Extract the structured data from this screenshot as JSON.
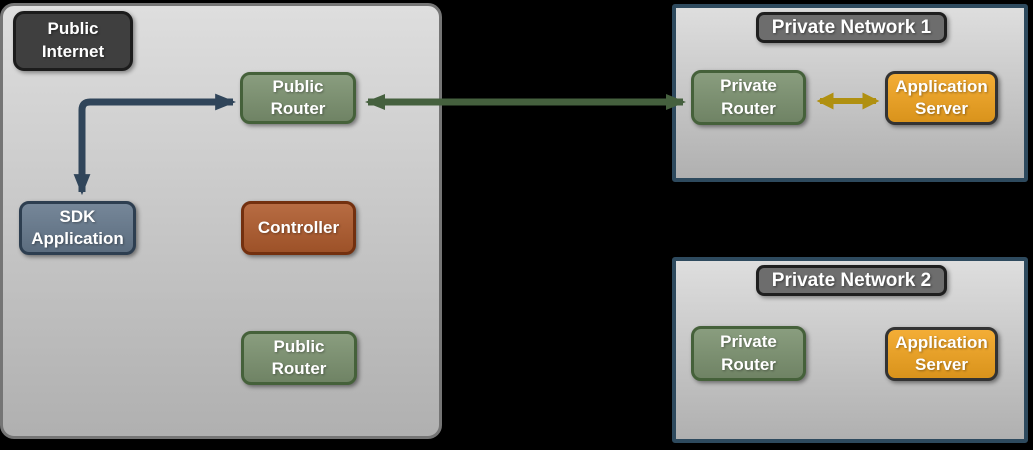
{
  "zones": {
    "public_internet": {
      "label": "Public Internet"
    },
    "private_network_1": {
      "label": "Private Network 1"
    },
    "private_network_2": {
      "label": "Private Network 2"
    }
  },
  "nodes": {
    "public_router_top": {
      "label": "Public Router"
    },
    "sdk_application": {
      "label": "SDK Application"
    },
    "controller": {
      "label": "Controller"
    },
    "public_router_bottom": {
      "label": "Public Router"
    },
    "pn1_private_router": {
      "label": "Private Router"
    },
    "pn1_application_server": {
      "label": "Application Server"
    },
    "pn2_private_router": {
      "label": "Private Router"
    },
    "pn2_application_server": {
      "label": "Application Server"
    }
  },
  "edges": [
    {
      "name": "sdk-application-public-router",
      "type": "elbow-double-arrow",
      "color_key": "arrow_blue"
    },
    {
      "name": "public-router-pn1-private-router",
      "type": "horizontal-double-arrow",
      "color_key": "arrow_green"
    },
    {
      "name": "pn1-private-router-application-server",
      "type": "horizontal-double-arrow",
      "color_key": "arrow_gold"
    }
  ],
  "colors": {
    "canvas_background": "#000000",
    "zone_fill_top": "#dedede",
    "zone_fill_bottom": "#b0b0b0",
    "public_zone_border": "#757575",
    "private_zone_border": "#2e4a5e",
    "dark_label_fill": "#3f3f3f",
    "dark_label_border": "#1c1c1c",
    "gray_label_fill": "#6d6d6d",
    "gray_label_border": "#1f1f1f",
    "router_fill": "#7c9270",
    "router_border": "#45613a",
    "sdk_fill": "#66798d",
    "sdk_border": "#2d3e50",
    "controller_fill": "#af5b2d",
    "controller_border": "#73300f",
    "server_fill": "#f2a41f",
    "server_border": "#333333",
    "arrow_blue": "#30455a",
    "arrow_green": "#45603e",
    "arrow_gold": "#b09010",
    "label_text": "#ffffff"
  }
}
